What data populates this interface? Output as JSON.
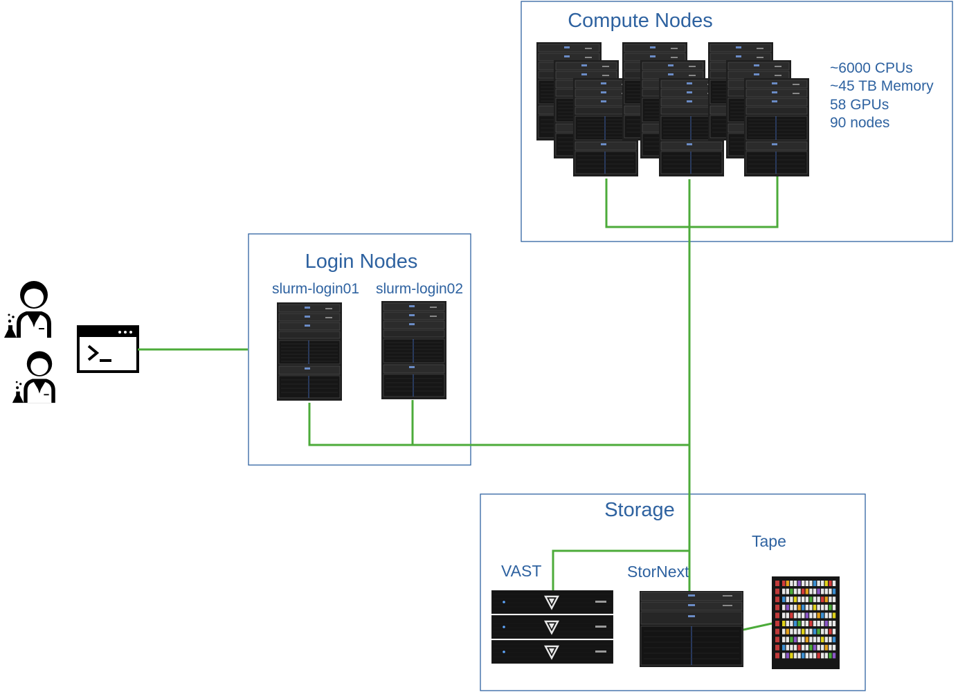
{
  "users": {
    "icon_names": [
      "scientist-man-icon",
      "scientist-woman-icon"
    ]
  },
  "terminal": {
    "icon_name": "terminal-icon"
  },
  "compute": {
    "title": "Compute Nodes",
    "stats": [
      "~6000 CPUs",
      "~45 TB Memory",
      "58 GPUs",
      "90 nodes"
    ]
  },
  "login": {
    "title": "Login Nodes",
    "nodes": [
      "slurm-login01",
      "slurm-login02"
    ]
  },
  "storage": {
    "title": "Storage",
    "vast": {
      "label": "VAST",
      "unit_brand": "VAST"
    },
    "stornext": {
      "label": "StorNext"
    },
    "tape": {
      "label": "Tape"
    }
  },
  "colors": {
    "label": "#2e62a0",
    "box_border": "#2e62a0",
    "connection": "#4cab3a",
    "server_dark": "#1a1a1a",
    "tape_label_accents": [
      "#d23b3b",
      "#e5a21c",
      "#3b8fd2",
      "#4cab3a",
      "#8b57c7",
      "#e0d21a"
    ]
  }
}
